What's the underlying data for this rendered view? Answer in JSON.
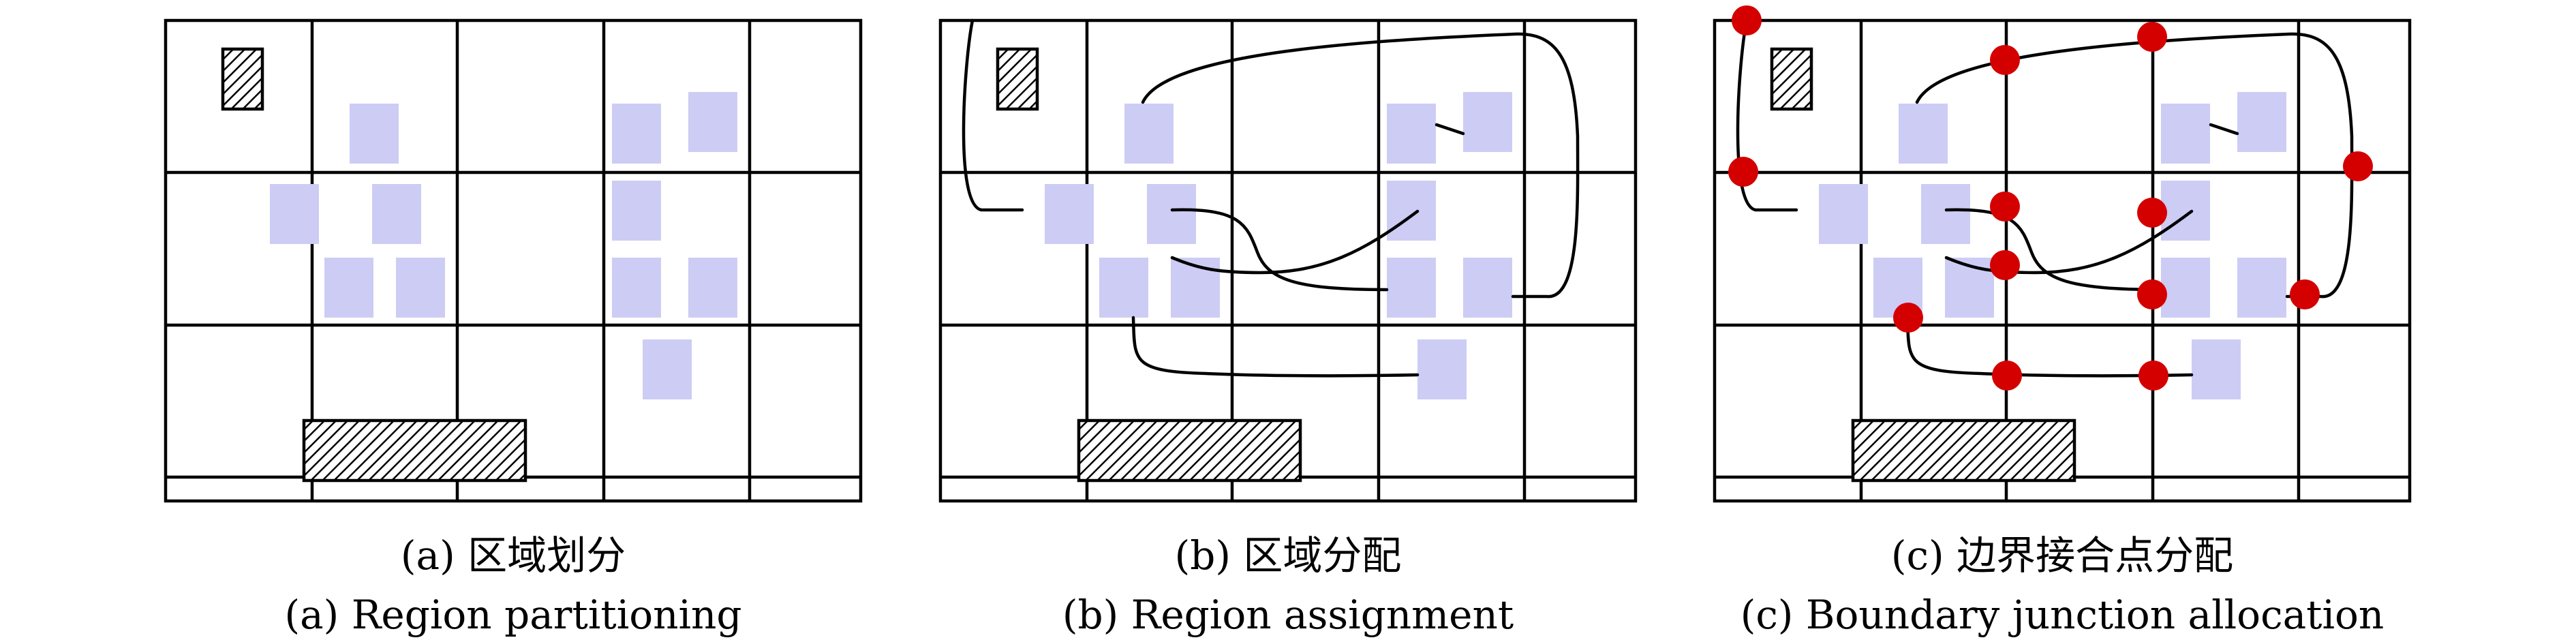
{
  "figure": {
    "panels": [
      {
        "id": "a",
        "caption_cn": "(a) 区域划分",
        "caption_en": "(a) Region partitioning",
        "show_wires": false,
        "show_junctions": false
      },
      {
        "id": "b",
        "caption_cn": "(b) 区域分配",
        "caption_en": "(b) Region assignment",
        "show_wires": true,
        "show_junctions": false
      },
      {
        "id": "c",
        "caption_cn": "(c) 边界接合点分配",
        "caption_en": "(c) Boundary junction allocation",
        "show_wires": true,
        "show_junctions": true
      }
    ]
  },
  "colors": {
    "module_fill": "#ccccf5",
    "junction_fill": "#d40000",
    "line": "#000000",
    "background": "#ffffff"
  }
}
